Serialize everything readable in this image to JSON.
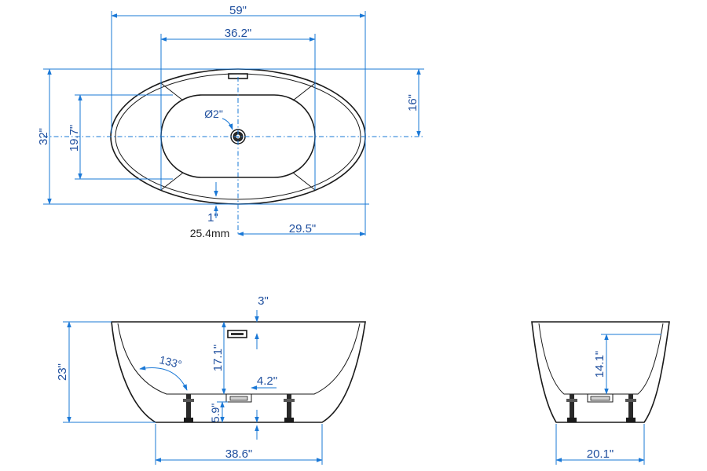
{
  "top_view": {
    "overall_length": "59\"",
    "inner_length": "36.2\"",
    "overall_width": "32\"",
    "inner_width": "19.7\"",
    "half_width": "16\"",
    "drain_diameter": "Ø2\"",
    "drain_offset": "29.5\"",
    "rim_offset_in": "1\"",
    "rim_offset_mm": "25.4mm"
  },
  "front_view": {
    "height": "23\"",
    "interior_depth": "17.1\"",
    "overflow_height": "3\"",
    "base_length": "38.6\"",
    "drain_width": "4.2\"",
    "drain_height": "5.9\"",
    "backrest_angle": "133°"
  },
  "side_view": {
    "water_depth": "14.1\"",
    "base_width": "20.1\""
  }
}
